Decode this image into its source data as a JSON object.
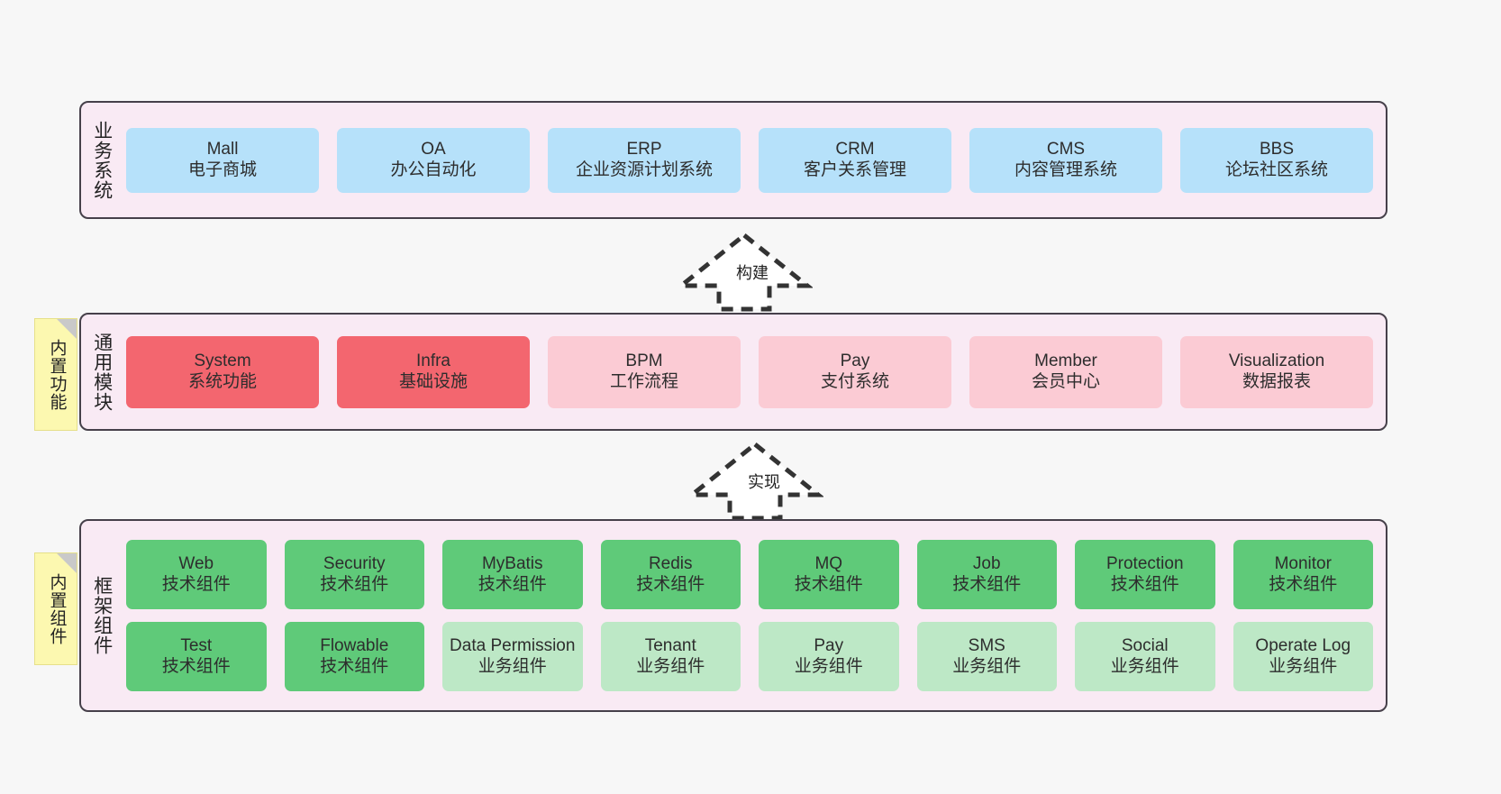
{
  "diagram": {
    "background_color": "#f7f7f7",
    "layer_bg_color": "#f9eaf4",
    "layer_border_color": "#46404a",
    "note_color": "#fcf8b0",
    "colors": {
      "blue": "#b6e1fa",
      "red": "#f3666f",
      "pink": "#fbcbd4",
      "green": "#5fca79",
      "light_green": "#bde8c6"
    }
  },
  "layers": [
    {
      "key": "business",
      "title": "业务系统",
      "rows": [
        {
          "cards": [
            {
              "name": "Mall",
              "sub": "电子商城",
              "color": "blue"
            },
            {
              "name": "OA",
              "sub": "办公自动化",
              "color": "blue"
            },
            {
              "name": "ERP",
              "sub": "企业资源计划系统",
              "color": "blue"
            },
            {
              "name": "CRM",
              "sub": "客户关系管理",
              "color": "blue"
            },
            {
              "name": "CMS",
              "sub": "内容管理系统",
              "color": "blue"
            },
            {
              "name": "BBS",
              "sub": "论坛社区系统",
              "color": "blue"
            }
          ]
        }
      ]
    },
    {
      "key": "common",
      "title": "通用模块",
      "note": "内置功能",
      "rows": [
        {
          "cards": [
            {
              "name": "System",
              "sub": "系统功能",
              "color": "red"
            },
            {
              "name": "Infra",
              "sub": "基础设施",
              "color": "red"
            },
            {
              "name": "BPM",
              "sub": "工作流程",
              "color": "pink"
            },
            {
              "name": "Pay",
              "sub": "支付系统",
              "color": "pink"
            },
            {
              "name": "Member",
              "sub": "会员中心",
              "color": "pink"
            },
            {
              "name": "Visualization",
              "sub": "数据报表",
              "color": "pink"
            }
          ]
        }
      ]
    },
    {
      "key": "framework",
      "title": "框架组件",
      "note": "内置组件",
      "rows": [
        {
          "cards": [
            {
              "name": "Web",
              "sub": "技术组件",
              "color": "green"
            },
            {
              "name": "Security",
              "sub": "技术组件",
              "color": "green"
            },
            {
              "name": "MyBatis",
              "sub": "技术组件",
              "color": "green"
            },
            {
              "name": "Redis",
              "sub": "技术组件",
              "color": "green"
            },
            {
              "name": "MQ",
              "sub": "技术组件",
              "color": "green"
            },
            {
              "name": "Job",
              "sub": "技术组件",
              "color": "green"
            },
            {
              "name": "Protection",
              "sub": "技术组件",
              "color": "green"
            },
            {
              "name": "Monitor",
              "sub": "技术组件",
              "color": "green"
            }
          ]
        },
        {
          "cards": [
            {
              "name": "Test",
              "sub": "技术组件",
              "color": "green"
            },
            {
              "name": "Flowable",
              "sub": "技术组件",
              "color": "green"
            },
            {
              "name": "Data Permission",
              "sub": "业务组件",
              "color": "light_green"
            },
            {
              "name": "Tenant",
              "sub": "业务组件",
              "color": "light_green"
            },
            {
              "name": "Pay",
              "sub": "业务组件",
              "color": "light_green"
            },
            {
              "name": "SMS",
              "sub": "业务组件",
              "color": "light_green"
            },
            {
              "name": "Social",
              "sub": "业务组件",
              "color": "light_green"
            },
            {
              "name": "Operate Log",
              "sub": "业务组件",
              "color": "light_green"
            }
          ]
        }
      ]
    }
  ],
  "connectors": [
    {
      "key": "build",
      "label": "构建"
    },
    {
      "key": "impl",
      "label": "实现"
    }
  ]
}
